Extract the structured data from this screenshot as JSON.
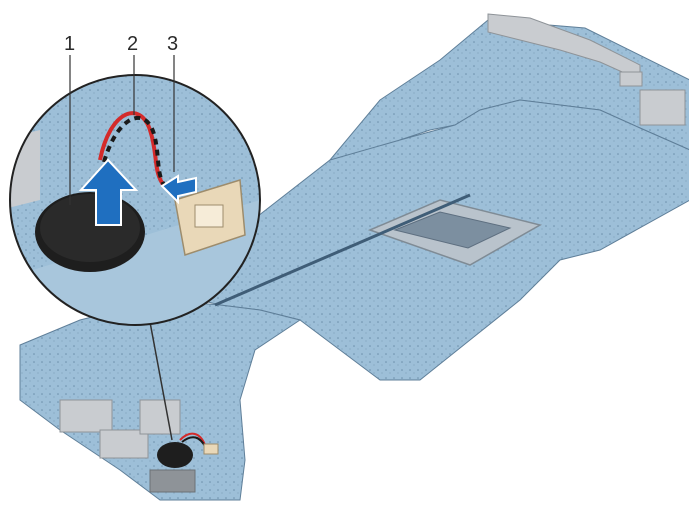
{
  "figure": {
    "description_labels": [
      "1",
      "2",
      "3"
    ],
    "colors": {
      "board": "#9bbdd6",
      "board_dark": "#6f93b2",
      "board_edge": "#5f7f99",
      "metal": "#c9ccd0",
      "metal_dark": "#8e9398",
      "battery": "#1e1e1e",
      "arrow": "#1f6fc0",
      "wire_red": "#d42a2a",
      "wire_black": "#1a1a1a",
      "connector": "#e9d8b8",
      "leader": "#333333"
    },
    "icons": [
      "up-arrow-icon",
      "left-arrow-icon"
    ]
  }
}
